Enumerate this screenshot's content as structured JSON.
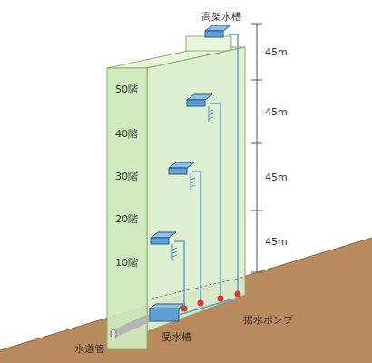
{
  "diagram": {
    "labels": [
      "高架水槽",
      "45m",
      "45m",
      "45m",
      "45m",
      "50階",
      "40階",
      "30階",
      "20階",
      "10階",
      "揚水ポンプ",
      "受水槽",
      "水道管"
    ]
  }
}
